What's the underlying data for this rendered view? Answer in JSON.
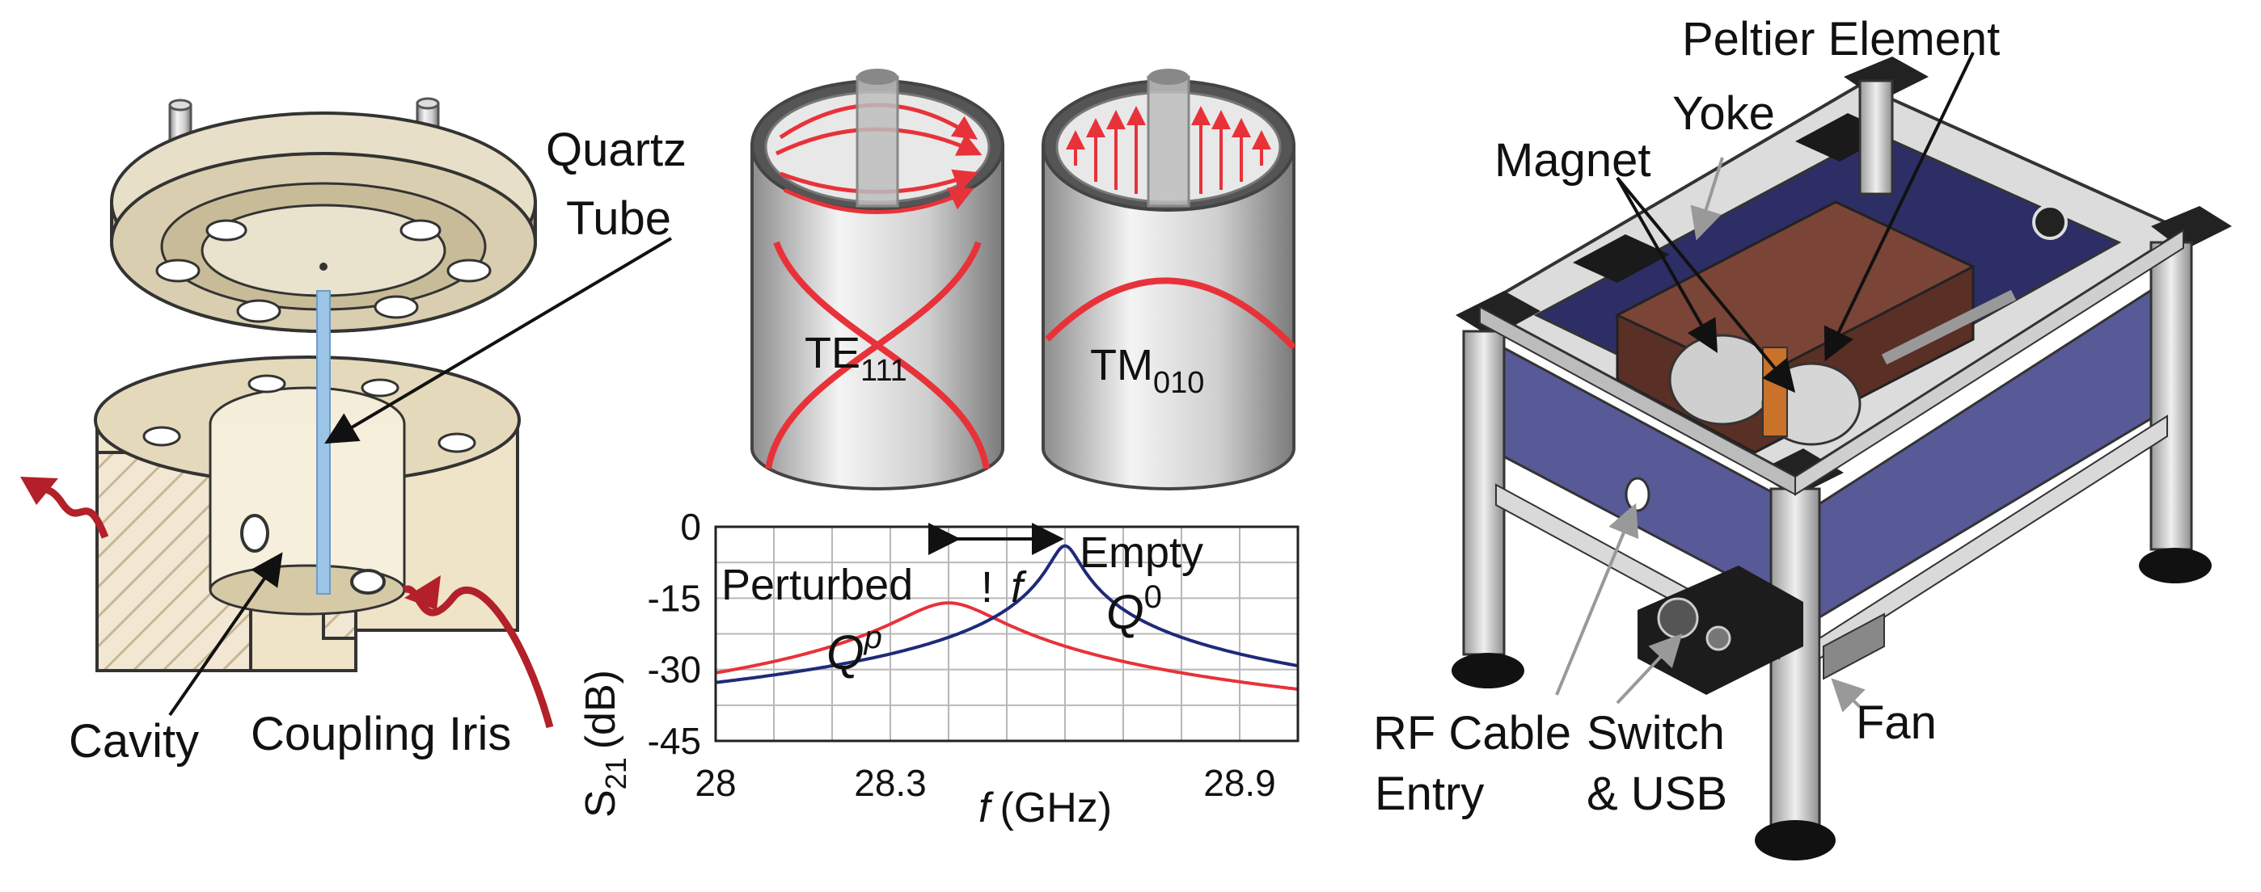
{
  "cavity_panel": {
    "labels": {
      "quartz_line1": "Quartz",
      "quartz_line2": "Tube",
      "cavity": "Cavity",
      "coupling_iris": "Coupling Iris"
    }
  },
  "modes_panel": {
    "te_mode": {
      "base": "TE",
      "sub": "111"
    },
    "tm_mode": {
      "base": "TM",
      "sub": "010"
    }
  },
  "chart_data": {
    "type": "line",
    "xlabel_italic": "f",
    "xlabel_unit": "(GHz)",
    "ylabel_base": "S",
    "ylabel_sub": "21",
    "ylabel_unit": "(dB)",
    "xlim": [
      28.0,
      29.0
    ],
    "ylim": [
      -45,
      0
    ],
    "x_ticks": [
      {
        "value": 28.0,
        "label": "28"
      },
      {
        "value": 28.3,
        "label": "28.3"
      },
      {
        "value": 28.9,
        "label": "28.9"
      }
    ],
    "y_ticks": [
      {
        "value": 0,
        "label": "0"
      },
      {
        "value": -15,
        "label": "-15"
      },
      {
        "value": -30,
        "label": "-30"
      },
      {
        "value": -45,
        "label": "-45"
      }
    ],
    "grid": true,
    "series": [
      {
        "name": "Perturbed",
        "color": "#e8323a",
        "q_label": "Q",
        "q_sup": "p",
        "peak_x": 28.4,
        "peak_y": -16,
        "hw": 0.075
      },
      {
        "name": "Empty",
        "color": "#1f2a78",
        "q_label": "Q",
        "q_sup": "0",
        "peak_x": 28.6,
        "peak_y": -4,
        "hw": 0.022
      }
    ],
    "shift_annotation": {
      "symbol": "!",
      "italic": "f"
    }
  },
  "setup_panel": {
    "labels": {
      "peltier": "Peltier Element",
      "yoke": "Yoke",
      "magnet": "Magnet",
      "rf_line1": "RF Cable",
      "rf_line2": "Entry",
      "switch_line1": "Switch",
      "switch_line2": "& USB",
      "fan": "Fan"
    }
  }
}
